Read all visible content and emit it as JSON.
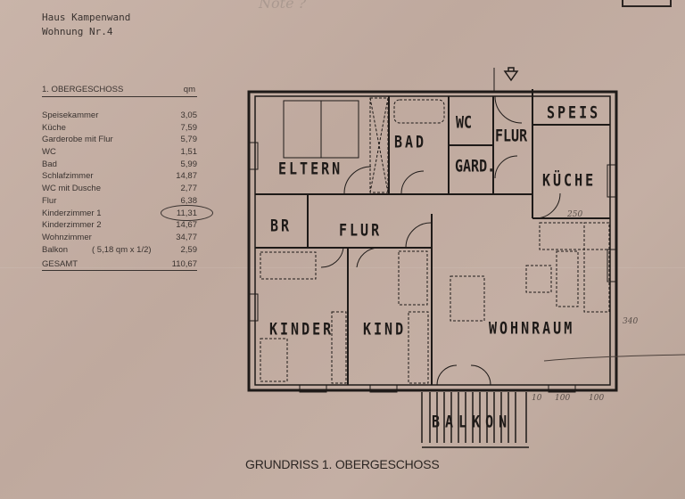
{
  "header": {
    "line1": "Haus Kampenwand",
    "line2": "Wohnung Nr.4",
    "handwritten_note": "Note ?"
  },
  "area_table": {
    "title": "1. OBERGESCHOSS",
    "unit": "qm",
    "rows": [
      {
        "room": "Speisekammer",
        "area": "3,05"
      },
      {
        "room": "Küche",
        "area": "7,59"
      },
      {
        "room": "Garderobe mit Flur",
        "area": "5,79"
      },
      {
        "room": "WC",
        "area": "1,51"
      },
      {
        "room": "Bad",
        "area": "5,99"
      },
      {
        "room": "Schlafzimmer",
        "area": "14,87"
      },
      {
        "room": "WC mit Dusche",
        "area": "2,77"
      },
      {
        "room": "Flur",
        "area": "6,38"
      },
      {
        "room": "Kinderzimmer 1",
        "area": "11,31",
        "circled": true
      },
      {
        "room": "Kinderzimmer 2",
        "area": "14,67"
      },
      {
        "room": "Wohnzimmer",
        "area": "34,77"
      },
      {
        "room": "Balkon",
        "note": "( 5,18 qm x 1/2)",
        "area": "2,59"
      }
    ],
    "total_label": "GESAMT",
    "total_area": "110,67"
  },
  "floor_plan": {
    "rooms": {
      "eltern": "ELTERN",
      "bad": "BAD",
      "wc": "WC",
      "flur_entry": "FLUR",
      "gard": "GARD.",
      "speis": "SPEIS",
      "kueche": "KÜCHE",
      "br": "BR",
      "flur": "FLUR",
      "kinder": "KINDER",
      "kind": "KIND",
      "wohnraum": "WOHNRAUM",
      "balkon": "BALKON"
    },
    "dimensions": {
      "right_wall": "340",
      "bottom_1": "10",
      "bottom_2": "100",
      "bottom_3": "100",
      "kitchen": "250"
    },
    "entry_arrow": "entrance-arrow"
  },
  "caption": "GRUNDRISS 1. OBERGESCHOSS"
}
